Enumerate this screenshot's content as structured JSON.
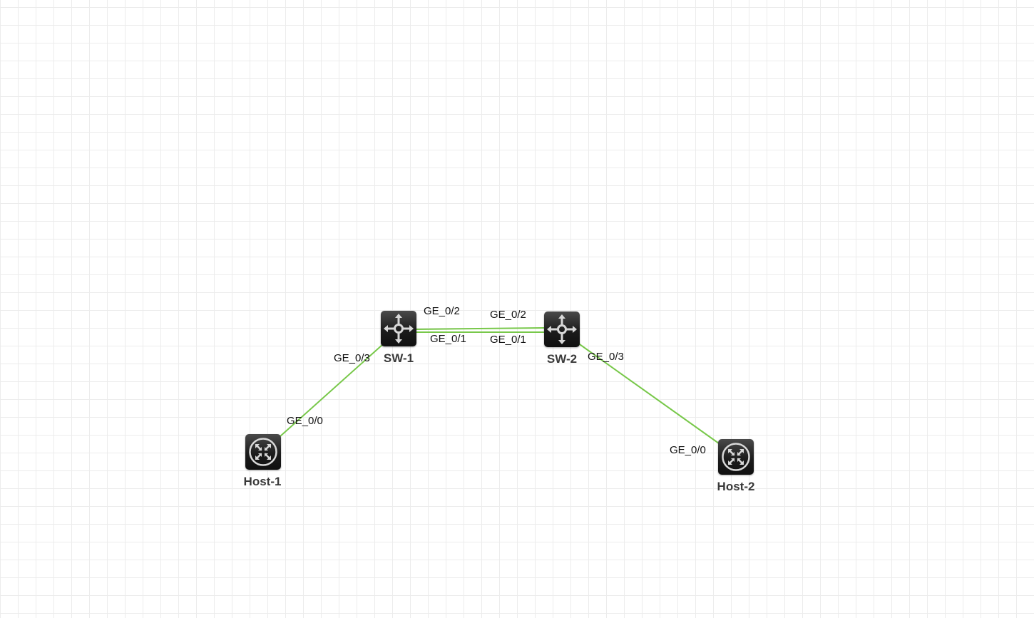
{
  "colors": {
    "link": "#78c84a",
    "grid": "#ececec",
    "node_fill": "#1c1c1c",
    "icon": "#d8d8d8"
  },
  "nodes": {
    "sw1": {
      "label": "SW-1",
      "type": "switch",
      "icon": "switch-icon"
    },
    "sw2": {
      "label": "SW-2",
      "type": "switch",
      "icon": "switch-icon"
    },
    "host1": {
      "label": "Host-1",
      "type": "host",
      "icon": "router-icon"
    },
    "host2": {
      "label": "Host-2",
      "type": "host",
      "icon": "router-icon"
    }
  },
  "ports": {
    "sw1_ge02": "GE_0/2",
    "sw1_ge01": "GE_0/1",
    "sw1_ge03": "GE_0/3",
    "sw2_ge02": "GE_0/2",
    "sw2_ge01": "GE_0/1",
    "sw2_ge03": "GE_0/3",
    "host1_ge00": "GE_0/0",
    "host2_ge00": "GE_0/0"
  },
  "links": [
    {
      "from": "SW-1",
      "from_port": "GE_0/2",
      "to": "SW-2",
      "to_port": "GE_0/2"
    },
    {
      "from": "SW-1",
      "from_port": "GE_0/1",
      "to": "SW-2",
      "to_port": "GE_0/1"
    },
    {
      "from": "SW-1",
      "from_port": "GE_0/3",
      "to": "Host-1",
      "to_port": "GE_0/0"
    },
    {
      "from": "SW-2",
      "from_port": "GE_0/3",
      "to": "Host-2",
      "to_port": "GE_0/0"
    }
  ]
}
